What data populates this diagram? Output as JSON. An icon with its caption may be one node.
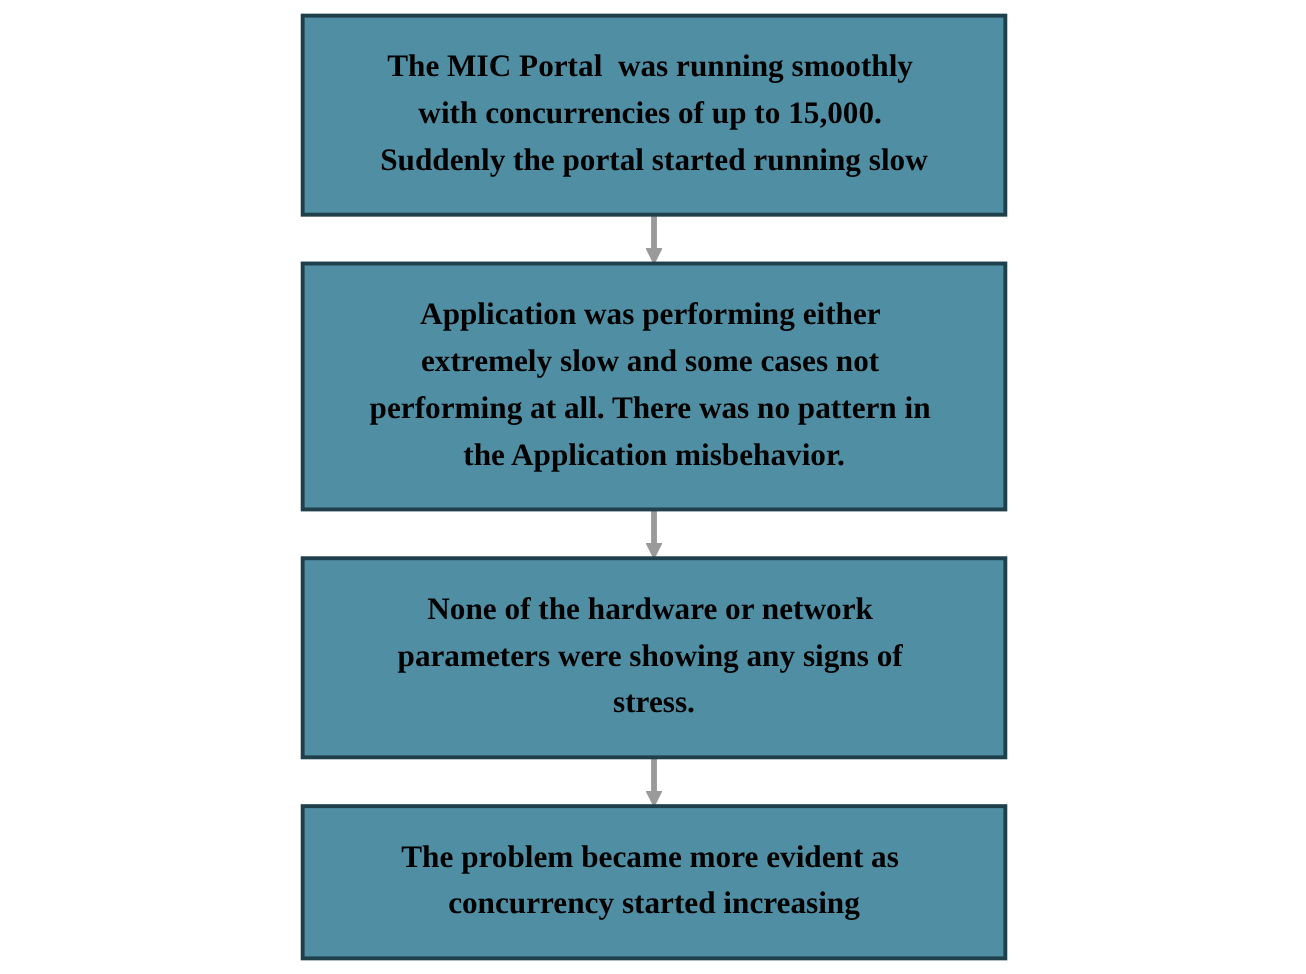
{
  "diagram": {
    "nodes": [
      {
        "text": [
          "The MIC Portal  was running smoothly with concurrencies of up to 15,000. Suddenly the portal started running slow"
        ]
      },
      {
        "text": [
          "Application was performing either extremely slow and some cases not performing at all. There was no pattern in the Application misbehavior."
        ]
      },
      {
        "text": [
          "None of the hardware or network parameters were showing any signs of stress."
        ]
      },
      {
        "text": [
          "The problem became more evident as concurrency started increasing"
        ]
      }
    ],
    "edges": [
      {
        "from": 0,
        "to": 1,
        "arrow": "to"
      },
      {
        "from": 1,
        "to": 2,
        "arrow": "to"
      },
      {
        "from": 2,
        "to": 3,
        "arrow": "to"
      }
    ]
  }
}
